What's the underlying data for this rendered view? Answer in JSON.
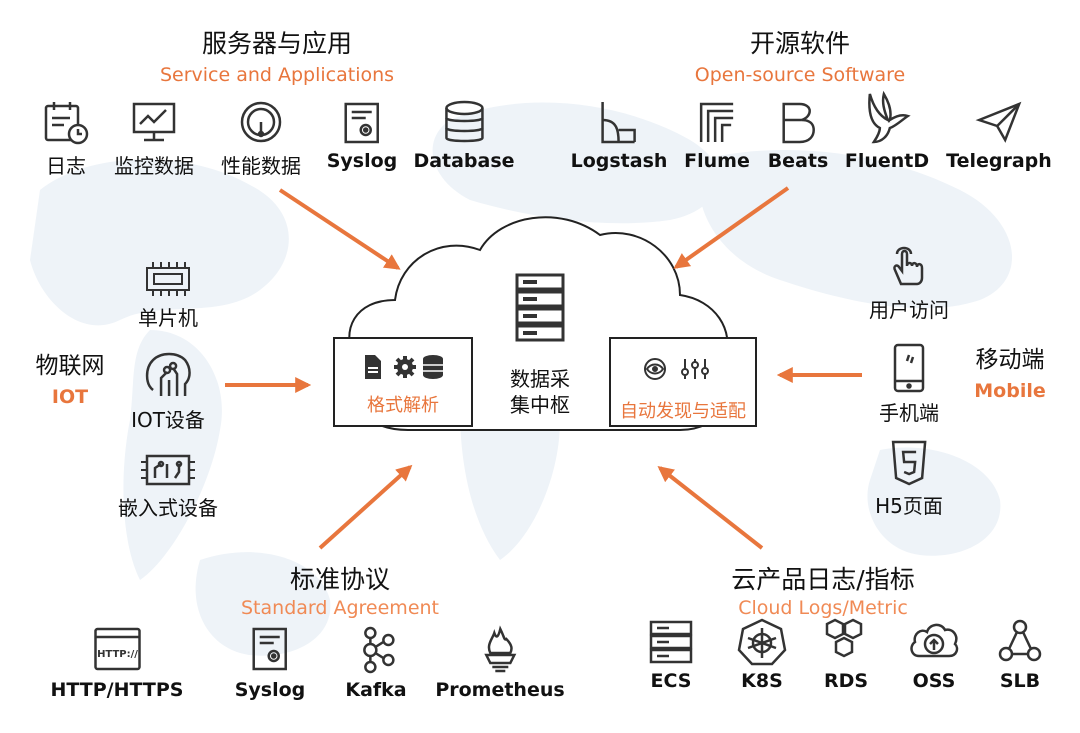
{
  "server_apps": {
    "title_cn": "服务器与应用",
    "title_en": "Service and Applications",
    "items": [
      {
        "label": "日志",
        "icon": "calendar-log-icon"
      },
      {
        "label": "监控数据",
        "icon": "monitor-chart-icon"
      },
      {
        "label": "性能数据",
        "icon": "gauge-icon"
      },
      {
        "label": "Syslog",
        "icon": "document-gear-icon"
      },
      {
        "label": "Database",
        "icon": "database-icon"
      }
    ]
  },
  "open_source": {
    "title_cn": "开源软件",
    "title_en": "Open-source Software",
    "items": [
      {
        "label": "Logstash",
        "icon": "logstash-logo-icon"
      },
      {
        "label": "Flume",
        "icon": "flume-logo-icon"
      },
      {
        "label": "Beats",
        "icon": "beats-logo-icon"
      },
      {
        "label": "FluentD",
        "icon": "fluentd-bird-icon"
      },
      {
        "label": "Telegraph",
        "icon": "paper-plane-icon"
      }
    ]
  },
  "iot": {
    "title_cn": "物联网",
    "title_en": "IOT",
    "items": [
      {
        "label": "单片机",
        "icon": "chip-icon"
      },
      {
        "label": "IOT设备",
        "icon": "circuit-head-icon"
      },
      {
        "label": "嵌入式设备",
        "icon": "embedded-board-icon"
      }
    ]
  },
  "mobile": {
    "title_cn": "移动端",
    "title_en": "Mobile",
    "items": [
      {
        "label": "用户访问",
        "icon": "finger-tap-icon"
      },
      {
        "label": "手机端",
        "icon": "smartphone-icon"
      },
      {
        "label": "H5页面",
        "icon": "html5-icon"
      }
    ]
  },
  "protocols": {
    "title_cn": "标准协议",
    "title_en": "Standard Agreement",
    "items": [
      {
        "label": "HTTP/HTTPS",
        "icon": "http-browser-icon"
      },
      {
        "label": "Syslog",
        "icon": "document-gear-icon"
      },
      {
        "label": "Kafka",
        "icon": "kafka-logo-icon"
      },
      {
        "label": "Prometheus",
        "icon": "prometheus-torch-icon"
      }
    ]
  },
  "cloud_logs": {
    "title_cn": "云产品日志/指标",
    "title_en": "Cloud Logs/Metric",
    "items": [
      {
        "label": "ECS",
        "icon": "server-rack-icon"
      },
      {
        "label": "K8S",
        "icon": "kubernetes-icon"
      },
      {
        "label": "RDS",
        "icon": "hexagons-icon"
      },
      {
        "label": "OSS",
        "icon": "cloud-upload-icon"
      },
      {
        "label": "SLB",
        "icon": "network-nodes-icon"
      }
    ]
  },
  "center": {
    "label_line1": "数据采",
    "label_line2": "集中枢",
    "left_box_label": "格式解析",
    "right_box_label": "自动发现与适配"
  },
  "colors": {
    "accent": "#e8763d",
    "text": "#111111",
    "map": "#eef3f8"
  }
}
